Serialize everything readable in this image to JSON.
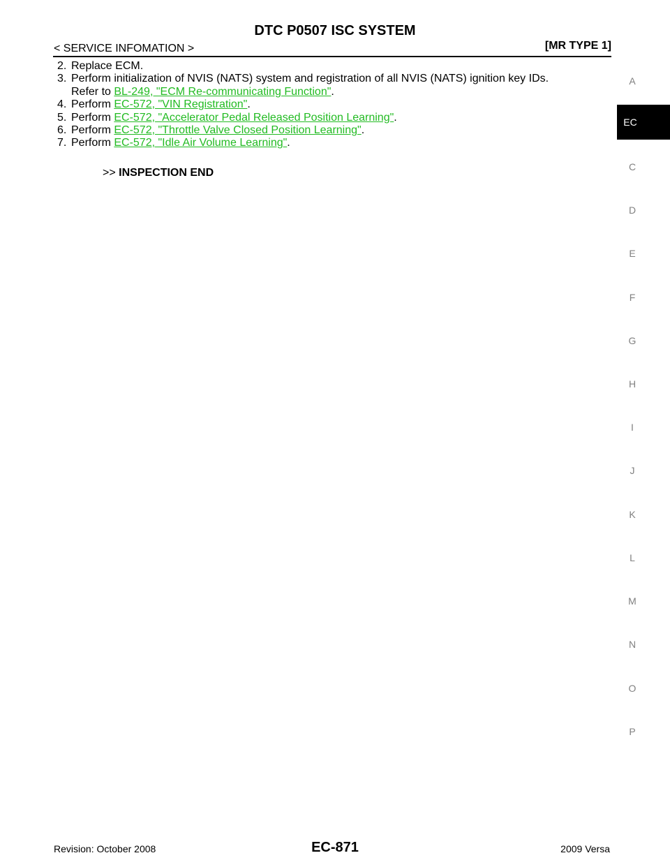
{
  "header": {
    "title": "DTC P0507 ISC SYSTEM",
    "section": "< SERVICE INFOMATION >",
    "model": "[MR TYPE 1]"
  },
  "steps": [
    {
      "num": "2.",
      "text": "Replace ECM."
    },
    {
      "num": "3.",
      "text": "Perform initialization of NVIS (NATS) system and registration of all NVIS (NATS) ignition key IDs."
    },
    {
      "cont": "Refer to ",
      "link": "BL-249, \"ECM Re-communicating Function\"",
      "after": "."
    },
    {
      "num": "4.",
      "pre": "Perform ",
      "link": "EC-572, \"VIN Registration\"",
      "after": "."
    },
    {
      "num": "5.",
      "pre": "Perform ",
      "link": "EC-572, \"Accelerator Pedal Released Position Learning\"",
      "after": "."
    },
    {
      "num": "6.",
      "pre": "Perform ",
      "link": "EC-572, \"Throttle Valve Closed Position Learning\"",
      "after": "."
    },
    {
      "num": "7.",
      "pre": "Perform ",
      "link": "EC-572, \"Idle Air Volume Learning\"",
      "after": "."
    }
  ],
  "result": {
    "arrow": ">>",
    "text": "INSPECTION END"
  },
  "tabs": [
    "A",
    "EC",
    "C",
    "D",
    "E",
    "F",
    "G",
    "H",
    "I",
    "J",
    "K",
    "L",
    "M",
    "N",
    "O",
    "P"
  ],
  "active_tab": "EC",
  "footer": {
    "revision": "Revision: October 2008",
    "page": "EC-871",
    "model_year": "2009 Versa"
  },
  "colors": {
    "link": "#22bb22",
    "tab_letter": "#808080",
    "active_tab_bg": "#000000"
  }
}
